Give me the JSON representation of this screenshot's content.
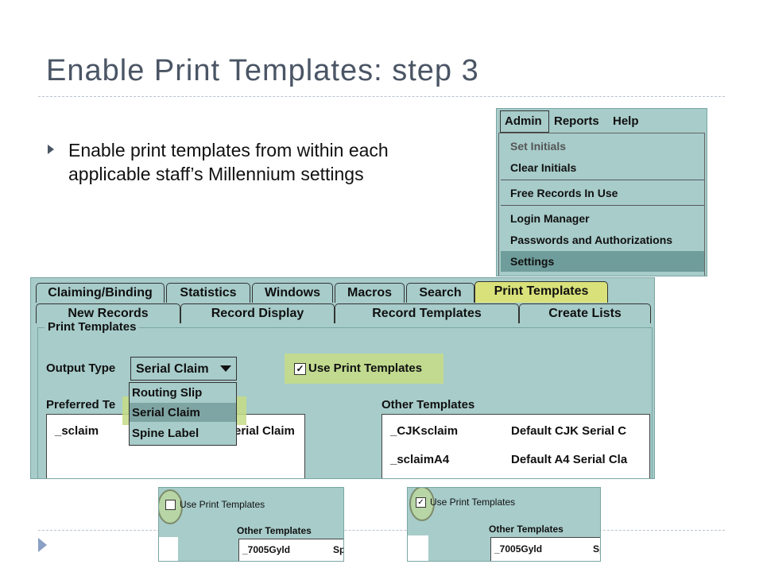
{
  "slide": {
    "title": "Enable Print Templates: step 3",
    "bullet": "Enable print templates from within each applicable staff’s Millennium settings"
  },
  "admin_menu": {
    "menubar": [
      "Admin",
      "Reports",
      "Help"
    ],
    "items": [
      "Set Initials",
      "Clear Initials",
      "Free Records In Use",
      "Login Manager",
      "Passwords and Authorizations",
      "Settings"
    ],
    "selected": "Settings"
  },
  "settings": {
    "tabs_row1": [
      "Claiming/Binding",
      "Statistics",
      "Windows",
      "Macros",
      "Search",
      "Print Templates"
    ],
    "tabs_row2": [
      "New Records",
      "Record Display",
      "Record Templates",
      "Create Lists"
    ],
    "active_tab": "Print Templates",
    "group_label": "Print Templates",
    "output_type_label": "Output Type",
    "output_type_value": "Serial Claim",
    "dropdown_options": [
      "Routing Slip",
      "Serial Claim",
      "Spine Label"
    ],
    "use_print_templates": "Use Print Templates",
    "preferred_label": "Preferred Te",
    "preferred_items": [
      {
        "name": "_sclaim",
        "desc": "erial Claim"
      }
    ],
    "other_label": "Other Templates",
    "other_items": [
      {
        "name": "_CJKsclaim",
        "desc": "Default CJK Serial C"
      },
      {
        "name": "_sclaimA4",
        "desc": "Default A4 Serial Cla"
      }
    ]
  },
  "mini_before": {
    "checkbox_label": "Use Print Templates",
    "checked": false,
    "other_label": "Other Templates",
    "row_name": "_7005Gyld",
    "row_desc": "Sp"
  },
  "mini_after": {
    "checkbox_label": "Use Print Templates",
    "checked": true,
    "other_label": "Other Templates",
    "row_name": "_7005Gyld",
    "row_desc": "Sp"
  }
}
